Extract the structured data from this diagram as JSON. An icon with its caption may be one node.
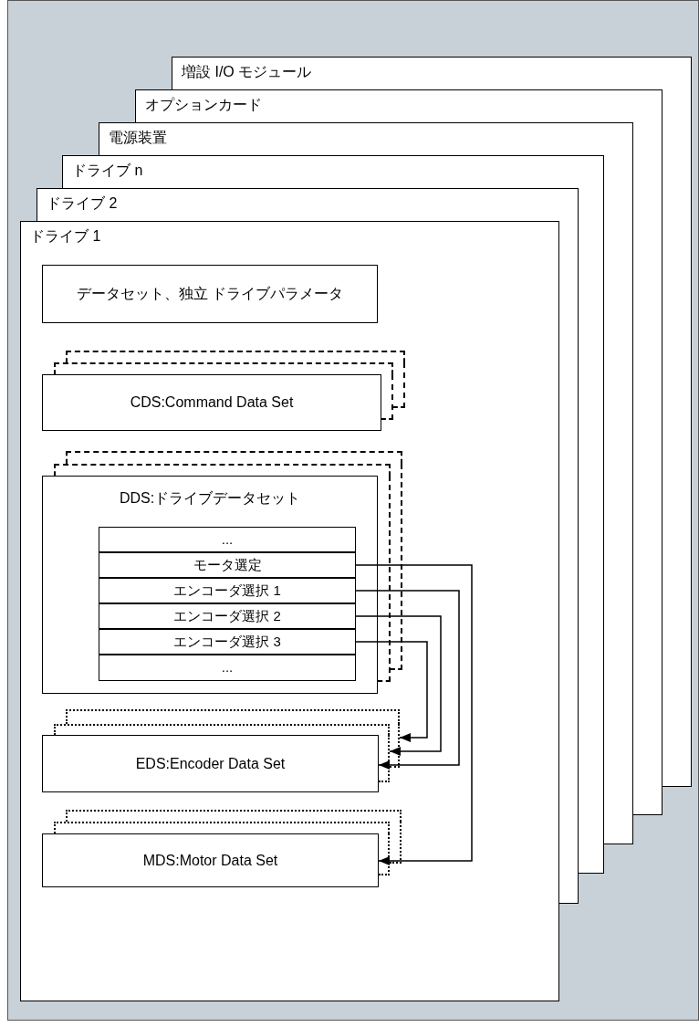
{
  "diagram": {
    "nodes": [
      {
        "text": [
          "増設 I/O モジュール"
        ]
      },
      {
        "text": [
          "オプションカード"
        ]
      },
      {
        "text": [
          "電源装置"
        ]
      },
      {
        "text": [
          "ドライブ n"
        ]
      },
      {
        "text": [
          "ドライブ 2"
        ]
      },
      {
        "text": [
          "ドライブ 1"
        ]
      },
      {
        "text": [
          "データセット、独立 ドライブパラメータ"
        ],
        "in": 5
      },
      {
        "text": [],
        "shape": "box",
        "in": 5
      },
      {
        "text": [],
        "shape": "box",
        "in": 5
      },
      {
        "text": [
          "CDS:Command Data Set"
        ],
        "in": 5
      },
      {
        "text": [],
        "shape": "box",
        "in": 5
      },
      {
        "text": [],
        "shape": "box",
        "in": 5
      },
      {
        "text": [
          "DDS:ドライブデータセット"
        ],
        "in": 5
      },
      {
        "text": [
          "..."
        ],
        "in": 12
      },
      {
        "text": [
          "モータ選定"
        ],
        "in": 12
      },
      {
        "text": [
          "エンコーダ選択 1"
        ],
        "in": 12
      },
      {
        "text": [
          "エンコーダ選択 2"
        ],
        "in": 12
      },
      {
        "text": [
          "エンコーダ選択 3"
        ],
        "in": 12
      },
      {
        "text": [
          "..."
        ],
        "in": 12
      },
      {
        "text": [],
        "shape": "box",
        "in": 5
      },
      {
        "text": [],
        "shape": "box",
        "in": 5
      },
      {
        "text": [
          "EDS:Encoder Data Set"
        ],
        "in": 5
      },
      {
        "text": [],
        "shape": "box",
        "in": 5
      },
      {
        "text": [],
        "shape": "box",
        "in": 5
      },
      {
        "text": [
          "MDS:Motor Data Set"
        ],
        "in": 5
      }
    ],
    "edges": [
      {
        "from": 14,
        "to": 24,
        "arrow": "to"
      },
      {
        "from": 15,
        "to": 21,
        "arrow": "to"
      },
      {
        "from": 16,
        "to": 20,
        "arrow": "to"
      },
      {
        "from": 17,
        "to": 19,
        "arrow": "to"
      }
    ]
  }
}
